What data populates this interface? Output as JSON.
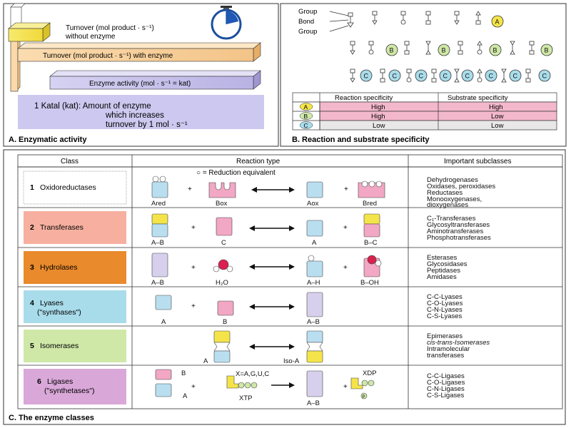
{
  "panel_a": {
    "turnover_without_line1": "Turnover (mol product · s⁻¹)",
    "turnover_without_line2": "without enzyme",
    "turnover_with": "Turnover (mol product · s⁻¹) with enzyme",
    "enzyme_activity": "Enzyme activity (mol · s⁻¹ = kat)",
    "katal_line1": "1 Katal (kat): Amount of enzyme",
    "katal_line2": "which increases",
    "katal_line3": "turnover by 1 mol · s⁻¹",
    "caption": "A. Enzymatic activity"
  },
  "panel_b": {
    "legend_group1": "Group",
    "legend_bond": "Bond",
    "legend_group2": "Group",
    "header_reaction": "Reaction specificity",
    "header_substrate": "Substrate specificity",
    "rows": [
      {
        "label": "A",
        "reaction": "High",
        "substrate": "High"
      },
      {
        "label": "B",
        "reaction": "High",
        "substrate": "Low"
      },
      {
        "label": "C",
        "reaction": "Low",
        "substrate": "Low"
      }
    ],
    "caption": "B. Reaction and substrate specificity"
  },
  "panel_c": {
    "col_class": "Class",
    "col_reaction": "Reaction type",
    "col_subclasses": "Important subclasses",
    "reduction_note": "○ = Reduction equivalent",
    "caption": "C. The enzyme classes",
    "classes": [
      {
        "number": "1",
        "name_line1": "Oxidoreductases",
        "name_line2": "",
        "labels": [
          "Ared",
          "Box",
          "Aox",
          "Bred"
        ],
        "subclasses": [
          "Dehydrogenases",
          "Oxidases, peroxidases",
          "Reductases",
          "Monooxygenases,",
          "dioxygenases"
        ]
      },
      {
        "number": "2",
        "name_line1": "Transferases",
        "name_line2": "",
        "labels": [
          "A–B",
          "C",
          "A",
          "B–C"
        ],
        "subclasses": [
          "C₁-Transferases",
          "Glycosyltransferases",
          "Aminotransferases",
          "Phosphotransferases"
        ]
      },
      {
        "number": "3",
        "name_line1": "Hydrolases",
        "name_line2": "",
        "labels": [
          "A–B",
          "H₂O",
          "A–H",
          "B–OH"
        ],
        "subclasses": [
          "Esterases",
          "Glycosidases",
          "Peptidases",
          "Amidases"
        ]
      },
      {
        "number": "4",
        "name_line1": "Lyases",
        "name_line2": "(\"synthases\")",
        "labels": [
          "A",
          "B",
          "A–B"
        ],
        "subclasses": [
          "C-C-Lyases",
          "C-O-Lyases",
          "C-N-Lyases",
          "C-S-Lyases"
        ]
      },
      {
        "number": "5",
        "name_line1": "Isomerases",
        "name_line2": "",
        "labels": [
          "A",
          "Iso-A"
        ],
        "subclasses": [
          "Epimerases",
          "cis-trans-Isomerases",
          "Intramolecular",
          "transferases"
        ]
      },
      {
        "number": "6",
        "name_line1": "Ligases",
        "name_line2": "(\"synthetases\")",
        "labels": [
          "B",
          "A",
          "X=A,G,U,C",
          "XTP",
          "A–B",
          "XDP",
          "P"
        ],
        "subclasses": [
          "C-C-Ligases",
          "C-O-Ligases",
          "C-N-Ligases",
          "C-S-Ligases"
        ]
      }
    ]
  },
  "colors": {
    "yellow": "#f4e44a",
    "orange_light": "#f6d29a",
    "lilac": "#c9c3ea",
    "pink": "#f2a7c4",
    "blue_light": "#b9def0",
    "green_light": "#cfe8a8",
    "salmon": "#f7b0a0",
    "orange": "#e98a2c",
    "cyan": "#a9dcea",
    "lavender_purple": "#d9a8d8",
    "pink_row": "#f3b8cc",
    "grey_row": "#e8e8e8"
  }
}
